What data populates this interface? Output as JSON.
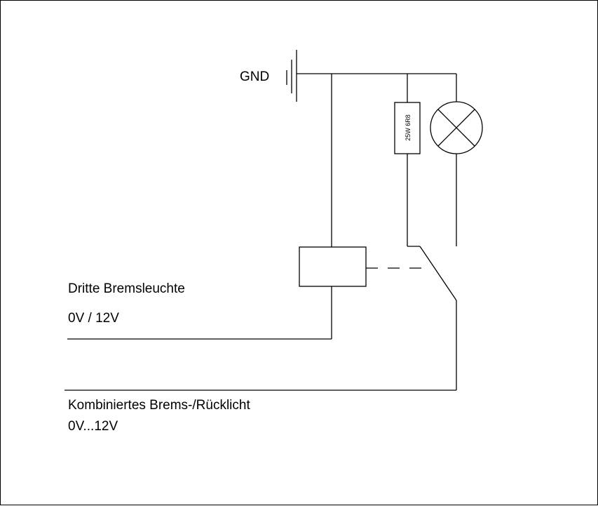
{
  "labels": {
    "gnd": "GND",
    "third_brake_light": "Dritte Bremsleuchte",
    "third_brake_light_voltage": "0V / 12V",
    "combined_light": "Kombiniertes Brems-/Rücklicht",
    "combined_light_voltage": "0V...12V",
    "resistor": "25W 6R8"
  },
  "colors": {
    "line": "#000000",
    "background": "#ffffff"
  },
  "components": {
    "ground": "ground-symbol",
    "resistor": "resistor-symbol",
    "lamp": "lamp-symbol",
    "relay_coil": "relay-coil-symbol",
    "relay_switch": "relay-switch-symbol"
  }
}
